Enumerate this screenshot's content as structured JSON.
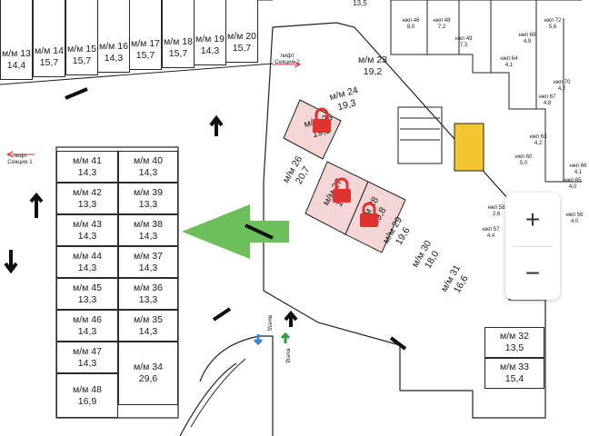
{
  "map": {
    "spots_top": [
      {
        "n": "м/м 13",
        "a": "14,4"
      },
      {
        "n": "м/м 14",
        "a": "15,7"
      },
      {
        "n": "м/м 15",
        "a": "15,7"
      },
      {
        "n": "м/м 16",
        "a": "14,3"
      },
      {
        "n": "м/м 17",
        "a": "15,7"
      },
      {
        "n": "м/м 18",
        "a": "15,7"
      },
      {
        "n": "м/м 19",
        "a": "14,3"
      },
      {
        "n": "м/м 20",
        "a": "15,7"
      }
    ],
    "spots_left": [
      {
        "n": "м/м 41",
        "a": "14,3"
      },
      {
        "n": "м/м 40",
        "a": "14,3"
      },
      {
        "n": "м/м 42",
        "a": "13,3"
      },
      {
        "n": "м/м 39",
        "a": "13,3"
      },
      {
        "n": "м/м 43",
        "a": "14,3"
      },
      {
        "n": "м/м 38",
        "a": "14,3"
      },
      {
        "n": "м/м 44",
        "a": "14,3"
      },
      {
        "n": "м/м 37",
        "a": "14,3"
      },
      {
        "n": "м/м 45",
        "a": "13,3"
      },
      {
        "n": "м/м 36",
        "a": "13,3"
      },
      {
        "n": "м/м 46",
        "a": "14,3"
      },
      {
        "n": "м/м 35",
        "a": "14,3"
      },
      {
        "n": "м/м 47",
        "a": "14,3"
      },
      {
        "n": "м/м 34",
        "a": "29,6"
      },
      {
        "n": "м/м 48",
        "a": "16,9"
      }
    ],
    "spots_center": [
      {
        "n": "м/м 23",
        "a": "19,2"
      },
      {
        "n": "м/м 24",
        "a": "19,3"
      },
      {
        "n": "м/м 25",
        "a": "19,5"
      },
      {
        "n": "м/м 26",
        "a": "20,7"
      },
      {
        "n": "м/м 27",
        "a": "19,4"
      },
      {
        "n": "м/м 28",
        "a": "19,8"
      },
      {
        "n": "м/м 29",
        "a": "19,6"
      },
      {
        "n": "м/м 30",
        "a": "18,0"
      },
      {
        "n": "м/м 31",
        "a": "16,6"
      }
    ],
    "spots_right": [
      {
        "n": "м/м 32",
        "a": "13,5"
      },
      {
        "n": "м/м 33",
        "a": "15,4"
      }
    ],
    "storage": [
      {
        "n": "нжп 46",
        "a": "8,0"
      },
      {
        "n": "нжп 48",
        "a": "7,2"
      },
      {
        "n": "нжп 49",
        "a": "7,3"
      },
      {
        "n": "нжп 69",
        "a": "4,9"
      },
      {
        "n": "нжп 72",
        "a": "5,6"
      },
      {
        "n": "нжп 70",
        "a": "4,2"
      },
      {
        "n": "нжп 67",
        "a": "4,8"
      },
      {
        "n": "нжп 64",
        "a": "4,1"
      },
      {
        "n": "нжп 63",
        "a": "4,2"
      },
      {
        "n": "нжп 60",
        "a": "5,0"
      },
      {
        "n": "нжп 58",
        "a": "2,6"
      },
      {
        "n": "нжп 57",
        "a": "4,4"
      },
      {
        "n": "нжп 66",
        "a": "4,1"
      },
      {
        "n": "нжп 65",
        "a": "4,0"
      },
      {
        "n": "нжп 56",
        "a": "4,0"
      }
    ],
    "top_partial_right": "13,5",
    "lift2": {
      "l1": "лифт",
      "l2": "Секция 2"
    },
    "lift1": {
      "l1": "лифт",
      "l2": "Секция 1"
    },
    "exit_label": "выезд",
    "entry_label": "въезд",
    "colors": {
      "reserved": "#f5d6d6",
      "lock": "#e0322f",
      "arrow": "#6cbf5a",
      "stair": "#f2c531",
      "blue": "#3a86d8",
      "green": "#2e9e48"
    }
  },
  "zoom": {
    "plus": "+",
    "minus": "−"
  }
}
